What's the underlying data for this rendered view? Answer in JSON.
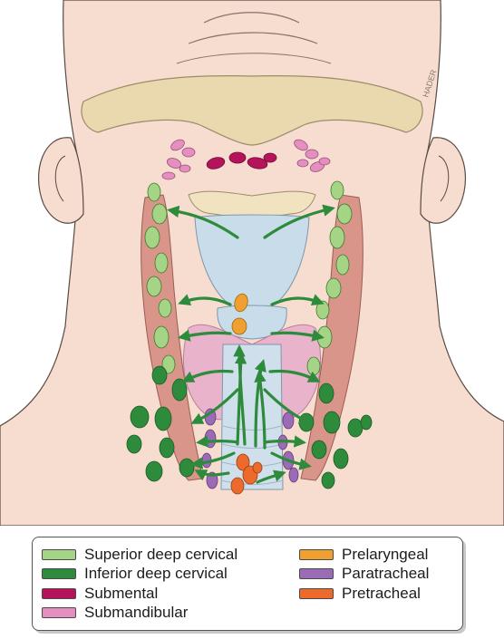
{
  "figure": {
    "signature": "HADER"
  },
  "legend": {
    "items": [
      {
        "label": "Superior deep cervical",
        "color": "#a6d486"
      },
      {
        "label": "Inferior deep cervical",
        "color": "#2e8b3c"
      },
      {
        "label": "Submental",
        "color": "#b5145a"
      },
      {
        "label": "Submandibular",
        "color": "#e58fc0"
      },
      {
        "label": "Prelaryngeal",
        "color": "#f0a030"
      },
      {
        "label": "Paratracheal",
        "color": "#9b6bb5"
      },
      {
        "label": "Pretracheal",
        "color": "#ec6a2c"
      }
    ]
  },
  "colors": {
    "skin": "#f6ddd0",
    "skin_outline": "#5a4a44",
    "mandible": "#ead9ae",
    "hyoid": "#f1e3bf",
    "thyroid_cartilage": "#c9dcea",
    "thyroid_gland": "#e9b3cc",
    "muscle": "#d9958a",
    "arrow": "#2e8b3c"
  }
}
